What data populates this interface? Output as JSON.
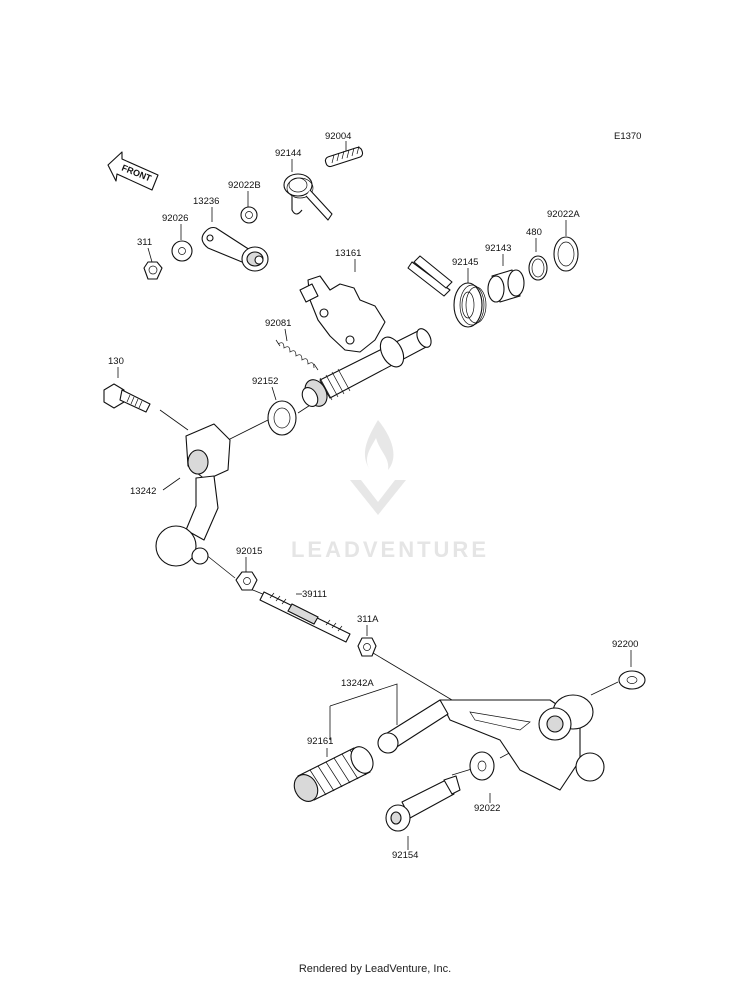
{
  "diagram": {
    "code": "E1370",
    "front_marker": "FRONT",
    "watermark": "LEADVENTURE",
    "parts": [
      "92004",
      "92144",
      "92022B",
      "13236",
      "92026",
      "311",
      "13161",
      "92145",
      "92143",
      "480",
      "92022A",
      "92081",
      "92152",
      "130",
      "13242",
      "92015",
      "39111",
      "311A",
      "92200",
      "13242A",
      "92161",
      "92022",
      "92154"
    ]
  },
  "footer": "Rendered by LeadVenture, Inc."
}
